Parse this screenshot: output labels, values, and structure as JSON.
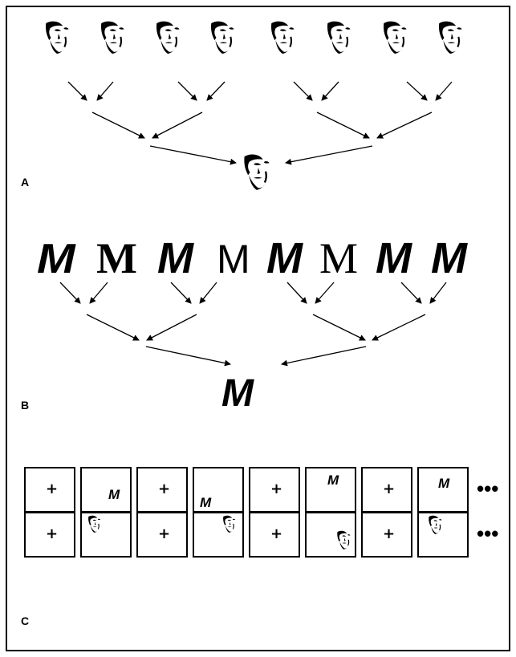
{
  "panels": {
    "a": {
      "label": "A"
    },
    "b": {
      "label": "B"
    },
    "c": {
      "label": "C"
    }
  },
  "panel_b": {
    "letters": [
      "M",
      "M",
      "M",
      "M",
      "M",
      "M",
      "M",
      "M"
    ],
    "average_letter": "M"
  },
  "panel_c": {
    "fixation_symbol": "+",
    "letter": "M",
    "continuation": "•••",
    "row1": [
      "+",
      "M",
      "+",
      "M",
      "+",
      "M",
      "+",
      "M"
    ],
    "row2": [
      "+",
      "face",
      "+",
      "face",
      "+",
      "face",
      "+",
      "face"
    ]
  }
}
